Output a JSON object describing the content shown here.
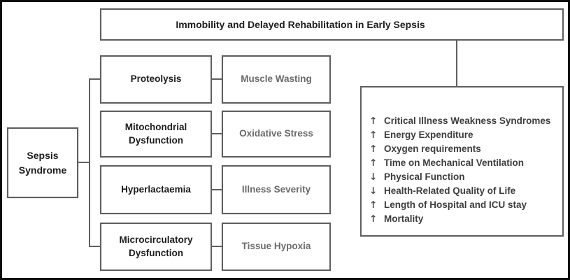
{
  "diagram": {
    "title": "Immobility and Delayed Rehabilitation in Early Sepsis",
    "source": {
      "label": "Sepsis Syndrome"
    },
    "rows": [
      {
        "cause": "Proteolysis",
        "effect": "Muscle Wasting"
      },
      {
        "cause": "Mitochondrial Dysfunction",
        "effect": "Oxidative Stress"
      },
      {
        "cause": "Hyperlactaemia",
        "effect": "Illness Severity"
      },
      {
        "cause": "Microcirculatory Dysfunction",
        "effect": "Tissue Hypoxia"
      }
    ],
    "outcomes": [
      {
        "arrow": "↑",
        "direction": "increase",
        "label": "Critical Illness Weakness Syndromes"
      },
      {
        "arrow": "↑",
        "direction": "increase",
        "label": "Energy Expenditure"
      },
      {
        "arrow": "↑",
        "direction": "increase",
        "label": "Oxygen requirements"
      },
      {
        "arrow": "↑",
        "direction": "increase",
        "label": "Time on Mechanical Ventilation"
      },
      {
        "arrow": "↓",
        "direction": "decrease",
        "label": "Physical Function"
      },
      {
        "arrow": "↓",
        "direction": "decrease",
        "label": "Health-Related Quality of Life"
      },
      {
        "arrow": "↑",
        "direction": "increase",
        "label": "Length of Hospital and ICU stay"
      },
      {
        "arrow": "↑",
        "direction": "increase",
        "label": "Mortality"
      }
    ],
    "colors": {
      "frame_border": "#0a0a0a",
      "box_border": "#5f5f5f",
      "cause_text": "#1c1c1c",
      "effect_text": "#6a6a6a",
      "outcome_text": "#3d3d3d",
      "background": "#ffffff"
    }
  }
}
